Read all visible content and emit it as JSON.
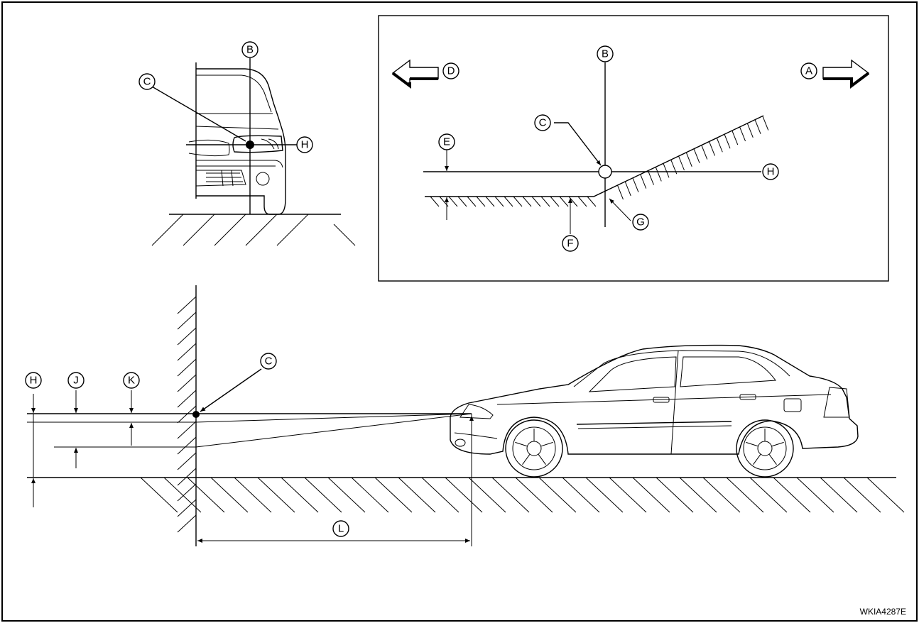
{
  "callouts": {
    "A": "A",
    "B": "B",
    "C": "C",
    "D": "D",
    "E": "E",
    "F": "F",
    "G": "G",
    "H": "H",
    "J": "J",
    "K": "K",
    "L": "L"
  },
  "figure_code": "WKIA4287E"
}
